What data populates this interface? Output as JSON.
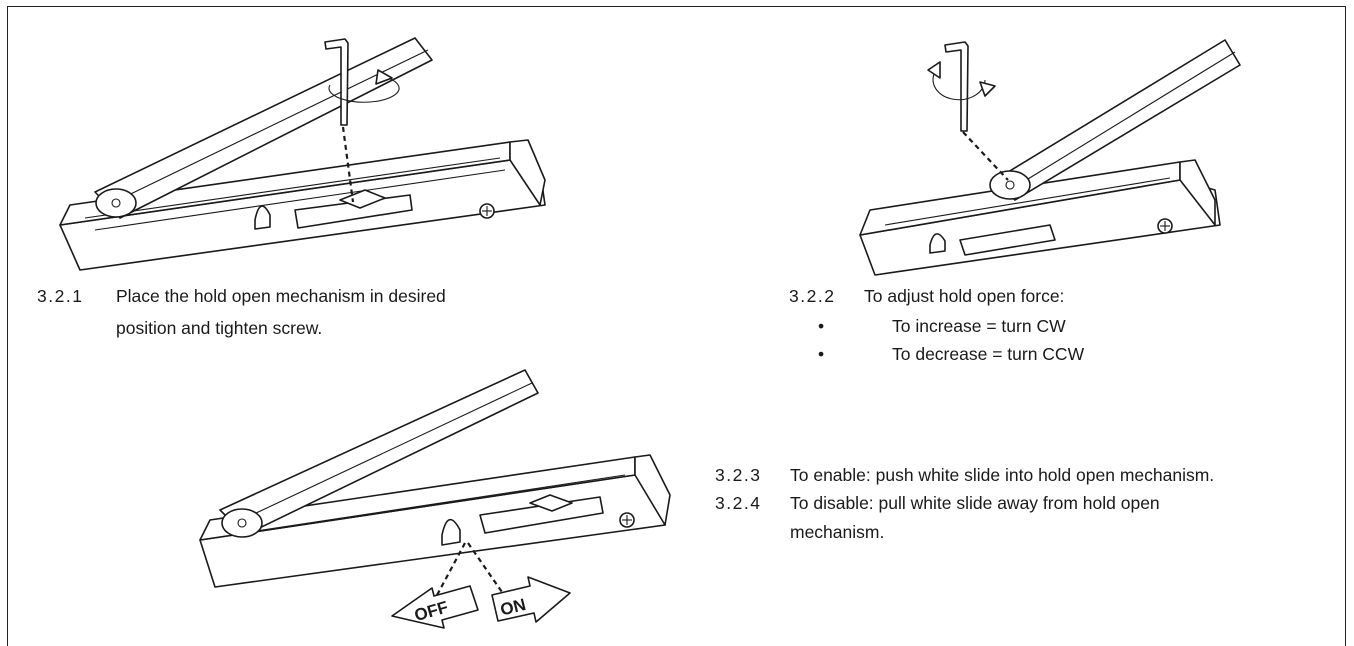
{
  "steps": {
    "s321": {
      "number": "3.2.1",
      "line1": "Place the hold open mechanism in desired",
      "line2": "position and tighten screw."
    },
    "s322": {
      "number": "3.2.2",
      "line1": "To adjust hold open force:",
      "bullets": [
        {
          "marker": "•",
          "text": "To increase = turn CW"
        },
        {
          "marker": "•",
          "text": "To decrease = turn CCW"
        }
      ]
    },
    "s323": {
      "number": "3.2.3",
      "line1": "To enable: push white slide into hold open mechanism."
    },
    "s324": {
      "number": "3.2.4",
      "line1": "To disable: pull white slide away from hold open",
      "line2": "mechanism."
    }
  },
  "figures": {
    "fig3": {
      "off_label": "OFF",
      "on_label": "ON"
    }
  },
  "icons": [
    "hex-key-icon",
    "rotation-arrow-icon",
    "phillips-screw-icon",
    "arm-pivot-icon",
    "direction-arrow-icon"
  ]
}
